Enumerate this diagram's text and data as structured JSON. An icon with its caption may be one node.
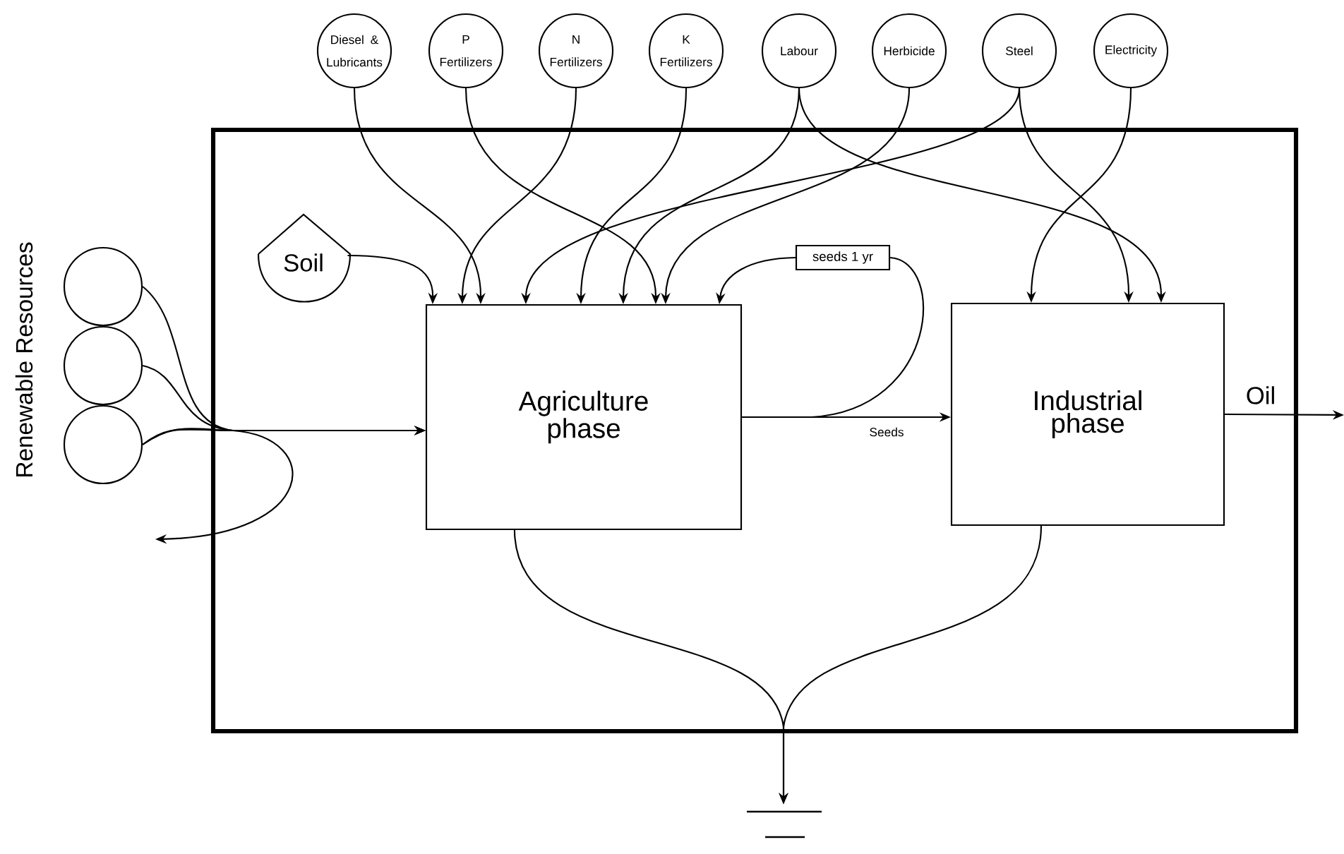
{
  "diagram": {
    "nodes": [
      {
        "text": [],
        "shape": "box"
      },
      {
        "text": [
          "Diesel & Lubricants"
        ]
      },
      {
        "text": [
          "P Fertilizers"
        ]
      },
      {
        "text": [
          "N Fertilizers"
        ]
      },
      {
        "text": [
          "K Fertilizers"
        ]
      },
      {
        "text": [
          "Labour"
        ]
      },
      {
        "text": [
          "Herbicide"
        ]
      },
      {
        "text": [
          "Steel"
        ]
      },
      {
        "text": [
          "Electricity"
        ]
      },
      {
        "text": [
          "Soil"
        ],
        "in": 0
      },
      {
        "text": [],
        "shape": "circle"
      },
      {
        "text": [],
        "shape": "circle"
      },
      {
        "text": [],
        "shape": "circle"
      },
      {
        "text": [
          "Agriculture phase"
        ],
        "in": 0
      },
      {
        "text": [
          "seeds 1 yr"
        ],
        "in": 0
      },
      {
        "text": [
          "Industrial phase"
        ],
        "in": 0
      },
      {
        "text": [],
        "shape": "ground"
      }
    ],
    "edges": [
      {
        "from": 1,
        "to": 13,
        "arrow": "to"
      },
      {
        "from": 2,
        "to": 13,
        "arrow": "to"
      },
      {
        "from": 3,
        "to": 13,
        "arrow": "to"
      },
      {
        "from": 4,
        "to": 13,
        "arrow": "to"
      },
      {
        "from": 5,
        "to": 13,
        "arrow": "to"
      },
      {
        "from": 5,
        "to": 15,
        "arrow": "to"
      },
      {
        "from": 6,
        "to": 13,
        "arrow": "to"
      },
      {
        "from": 7,
        "to": 13,
        "arrow": "to"
      },
      {
        "from": 7,
        "to": 15,
        "arrow": "to"
      },
      {
        "from": 8,
        "to": 15,
        "arrow": "to"
      },
      {
        "from": 9,
        "to": 13,
        "arrow": "to"
      },
      {
        "from": 10,
        "to": 13,
        "arrow": "to"
      },
      {
        "from": 11,
        "to": 13,
        "arrow": "to"
      },
      {
        "from": 12,
        "to": 13,
        "arrow": "to"
      },
      {
        "from": 12,
        "to": null,
        "arrow": "to"
      },
      {
        "from": 13,
        "to": 15,
        "arrow": "to",
        "label": "Seeds"
      },
      {
        "from": 13,
        "to": 14,
        "arrow": "none"
      },
      {
        "from": 14,
        "to": 13,
        "arrow": "to"
      },
      {
        "from": 13,
        "to": 16,
        "arrow": "to"
      },
      {
        "from": 15,
        "to": 16,
        "arrow": "to"
      },
      {
        "from": 15,
        "to": null,
        "arrow": "to",
        "label": "Oil"
      }
    ],
    "labels": [
      "Renewable Resources"
    ]
  }
}
